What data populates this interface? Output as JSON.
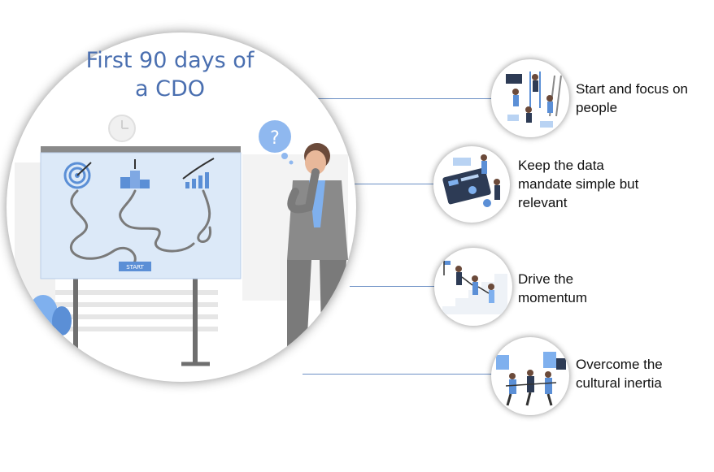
{
  "title": "First 90 days of a CDO",
  "illustration": {
    "board_label": "START",
    "thought_symbol": "?"
  },
  "items": [
    {
      "label": "Start and focus on people",
      "icon": "team-people-icon"
    },
    {
      "label": "Keep the data mandate simple but relevant",
      "icon": "data-dashboard-icon"
    },
    {
      "label": "Drive the momentum",
      "icon": "momentum-stairs-icon"
    },
    {
      "label": "Overcome the cultural inertia",
      "icon": "pulling-rope-icon"
    }
  ],
  "colors": {
    "accent_blue": "#6b8fc4",
    "title_blue": "#4a6fb0",
    "board_fill": "#dce9f8",
    "illustration_blue": "#5b8fd6",
    "suit_gray": "#8a8a8a"
  }
}
